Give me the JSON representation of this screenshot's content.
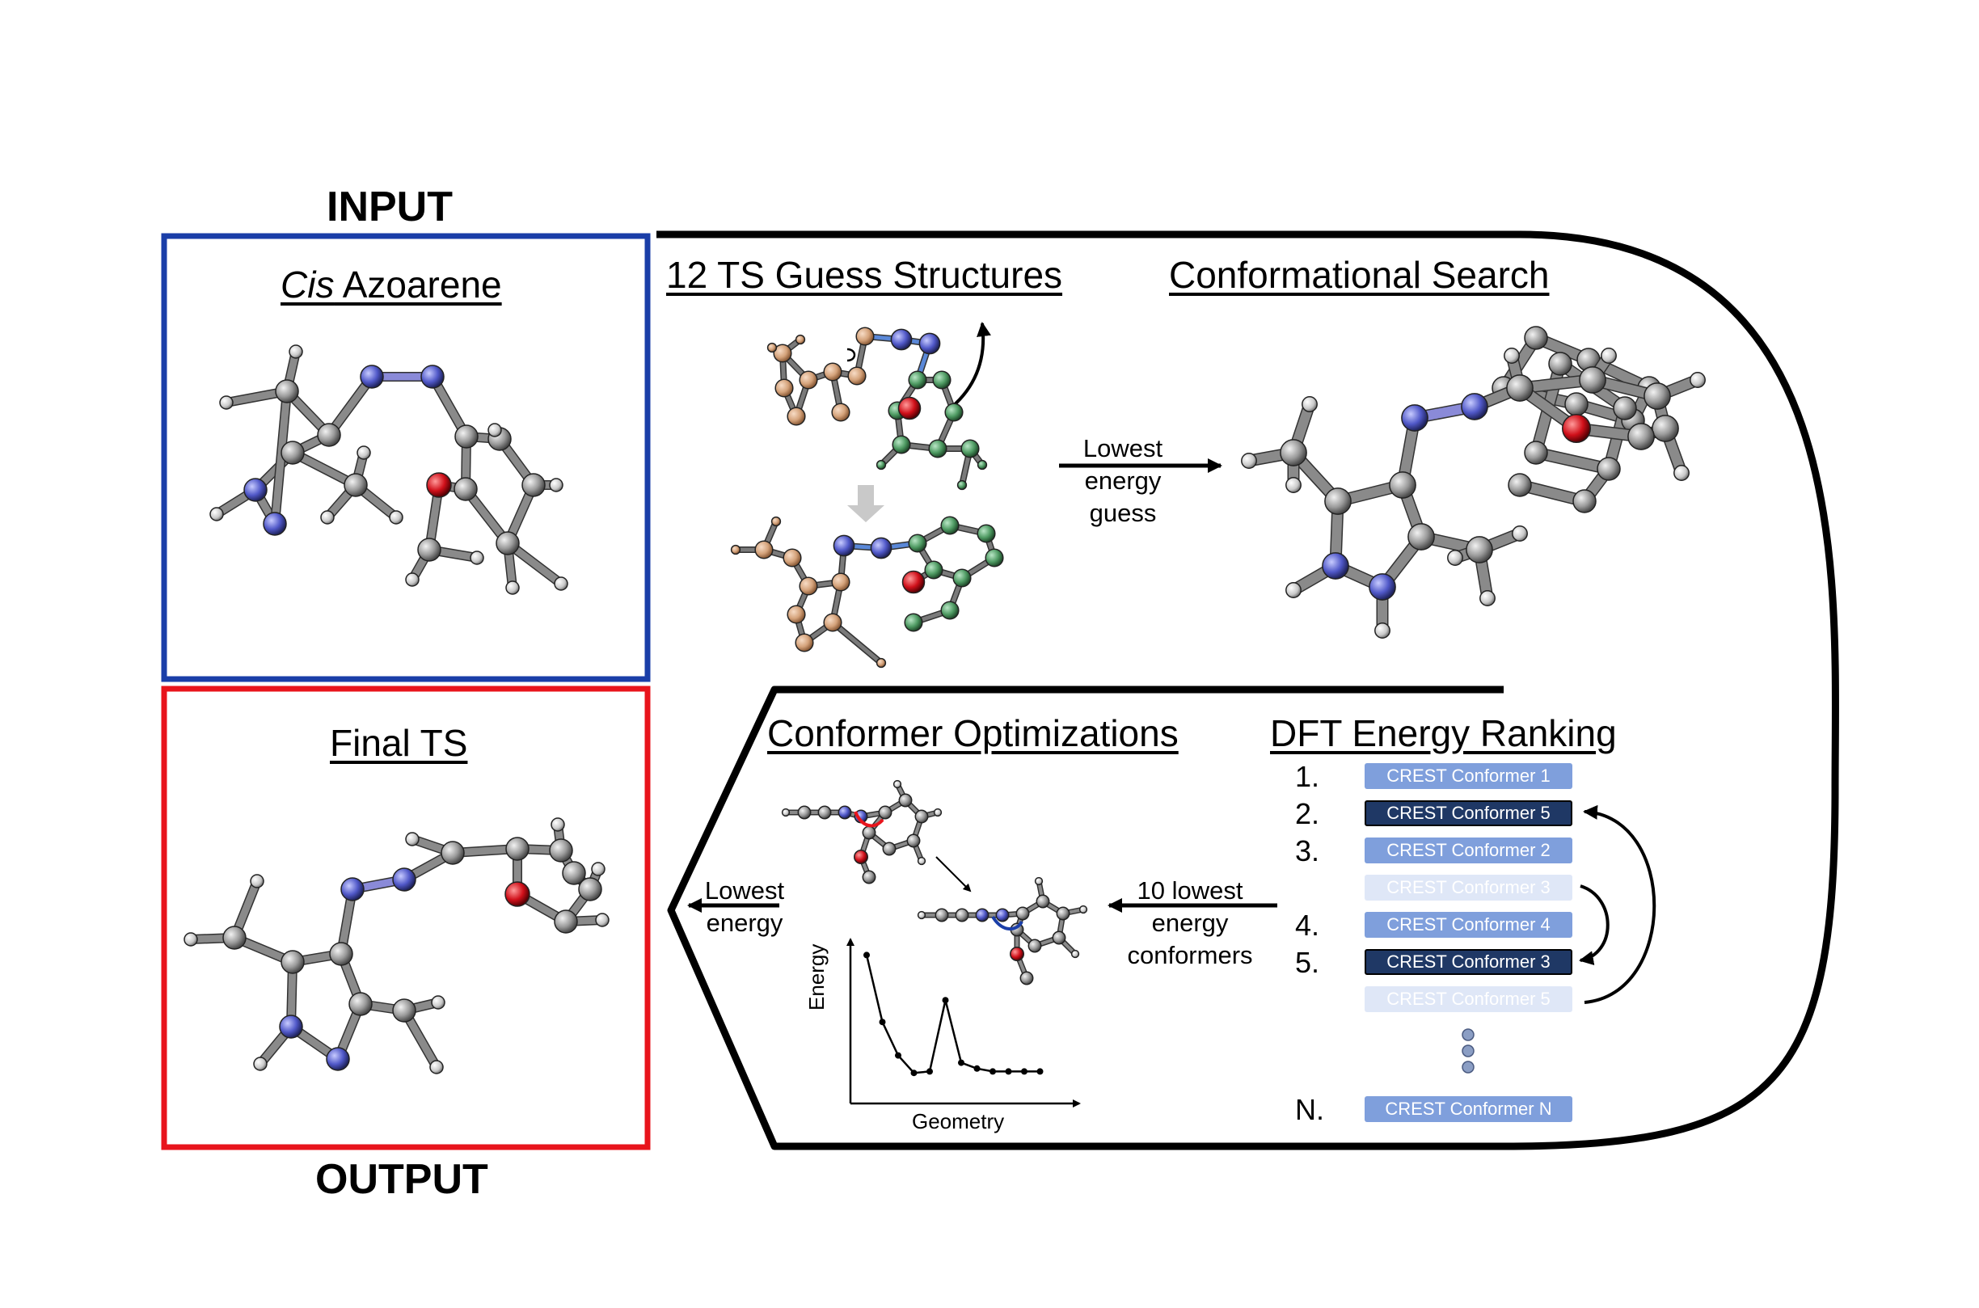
{
  "labels": {
    "input": "INPUT",
    "output": "OUTPUT"
  },
  "input_panel": {
    "title_italic": "Cis",
    "title_rest": " Azoarene",
    "border_color": "#1a3ea8"
  },
  "output_panel": {
    "title": "Final TS",
    "border_color": "#e8141c"
  },
  "steps": {
    "guess_title": "12 TS Guess Structures",
    "conf_search_title": "Conformational Search",
    "dft_title": "DFT Energy Ranking",
    "opt_title": "Conformer Optimizations"
  },
  "arrows": {
    "lowest_energy_guess": [
      "Lowest",
      "energy",
      "guess"
    ],
    "ten_lowest": [
      "10 lowest",
      "energy",
      "conformers"
    ],
    "lowest_energy": [
      "Lowest",
      "energy"
    ]
  },
  "ranking": [
    {
      "num": "1.",
      "label": "CREST Conformer 1",
      "style": "light"
    },
    {
      "num": "2.",
      "label": "CREST Conformer 5",
      "style": "dark"
    },
    {
      "num": "3.",
      "label": "CREST Conformer 2",
      "style": "light"
    },
    {
      "num": "",
      "label": "CREST Conformer 3",
      "style": "faint"
    },
    {
      "num": "4.",
      "label": "CREST Conformer 4",
      "style": "light"
    },
    {
      "num": "5.",
      "label": "CREST Conformer 3",
      "style": "dark"
    },
    {
      "num": "",
      "label": "CREST Conformer 5",
      "style": "faint"
    },
    {
      "num": "N.",
      "label": "CREST Conformer N",
      "style": "light"
    }
  ],
  "energy_plot": {
    "xlabel": "Geometry",
    "ylabel": "Energy",
    "points": [
      10.2,
      5.6,
      3.3,
      2.1,
      2.2,
      7.1,
      2.8,
      2.4,
      2.2,
      2.2,
      2.2,
      2.2
    ]
  },
  "colors": {
    "atom_carbon": "#9a9a9a",
    "atom_nitrogen": "#5058c8",
    "atom_oxygen": "#d0101a",
    "fragment_orange": "#d4a27a",
    "fragment_green": "#4e9a62",
    "bond_blue": "#5a88d8"
  }
}
